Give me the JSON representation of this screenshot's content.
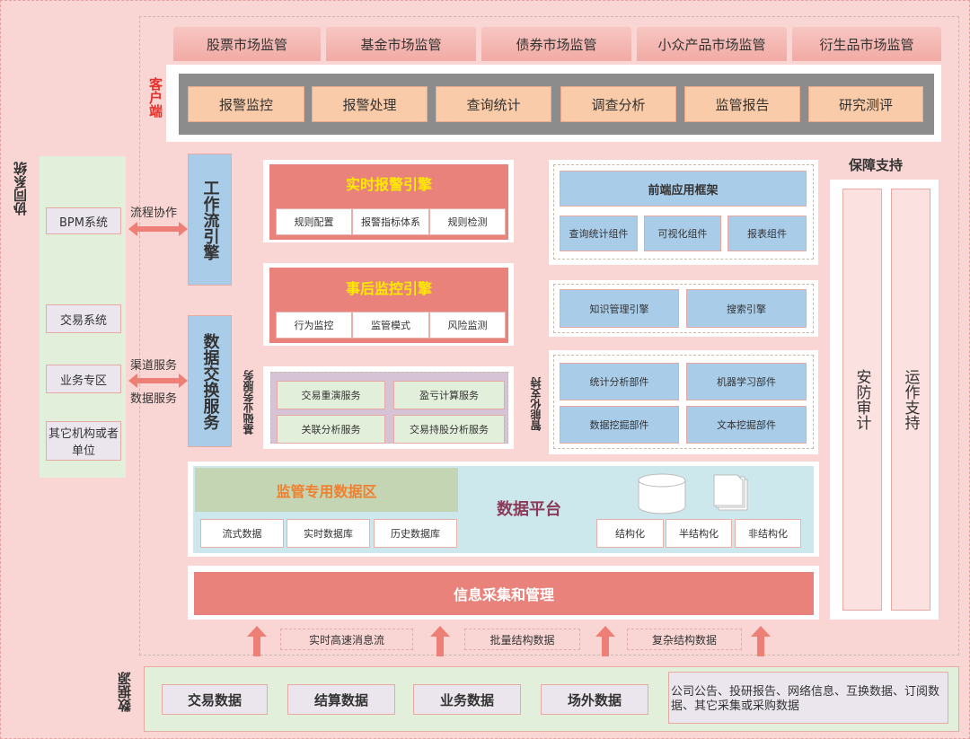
{
  "market_tabs": [
    "股票市场监管",
    "基金市场监管",
    "债券市场监管",
    "小众产品市场监管",
    "衍生品市场监管"
  ],
  "client": {
    "label": "客户端",
    "buttons": [
      "报警监控",
      "报警处理",
      "查询统计",
      "调查分析",
      "监管报告",
      "研究测评"
    ]
  },
  "collab": {
    "label": "协同系统",
    "items": [
      "BPM系统",
      "交易系统",
      "业务专区",
      "其它机构或者单位"
    ],
    "links": {
      "process": "流程协作",
      "channel": "渠道服务",
      "data": "数据服务"
    }
  },
  "workflow": "工作流引擎",
  "exchange": "数据交换服务",
  "engines": [
    {
      "title": "实时报警引擎",
      "items": [
        "规则配置",
        "报警指标体系",
        "规则检测"
      ]
    },
    {
      "title": "事后监控引擎",
      "items": [
        "行为监控",
        "监管模式",
        "风险监测"
      ]
    }
  ],
  "basic_services": {
    "label": "基础业务服务",
    "items": [
      "交易重演服务",
      "盈亏计算服务",
      "关联分析服务",
      "交易持股分析服务"
    ]
  },
  "frontend": {
    "title": "前端应用框架",
    "items": [
      "查询统计组件",
      "可视化组件",
      "报表组件"
    ]
  },
  "engines2": [
    "知识管理引擎",
    "搜索引擎"
  ],
  "smart": {
    "label": "智能化支持",
    "items": [
      "统计分析部件",
      "机器学习部件",
      "数据挖掘部件",
      "文本挖掘部件"
    ]
  },
  "guarantee": {
    "label": "保障支持",
    "cols": [
      "安防审计",
      "运作支持"
    ]
  },
  "data_platform": {
    "title": "数据平台",
    "zone": "监管专用数据区",
    "zone_items": [
      "流式数据",
      "实时数据库",
      "历史数据库"
    ],
    "types": [
      "结构化",
      "半结构化",
      "非结构化"
    ]
  },
  "info": "信息采集和管理",
  "flows": [
    "实时高速消息流",
    "批量结构数据",
    "复杂结构数据"
  ],
  "sources": {
    "label": "数据源",
    "items": [
      "交易数据",
      "结算数据",
      "业务数据",
      "场外数据"
    ],
    "other": "公司公告、投研报告、网络信息、互换数据、订阅数据、其它采集或采购数据"
  }
}
